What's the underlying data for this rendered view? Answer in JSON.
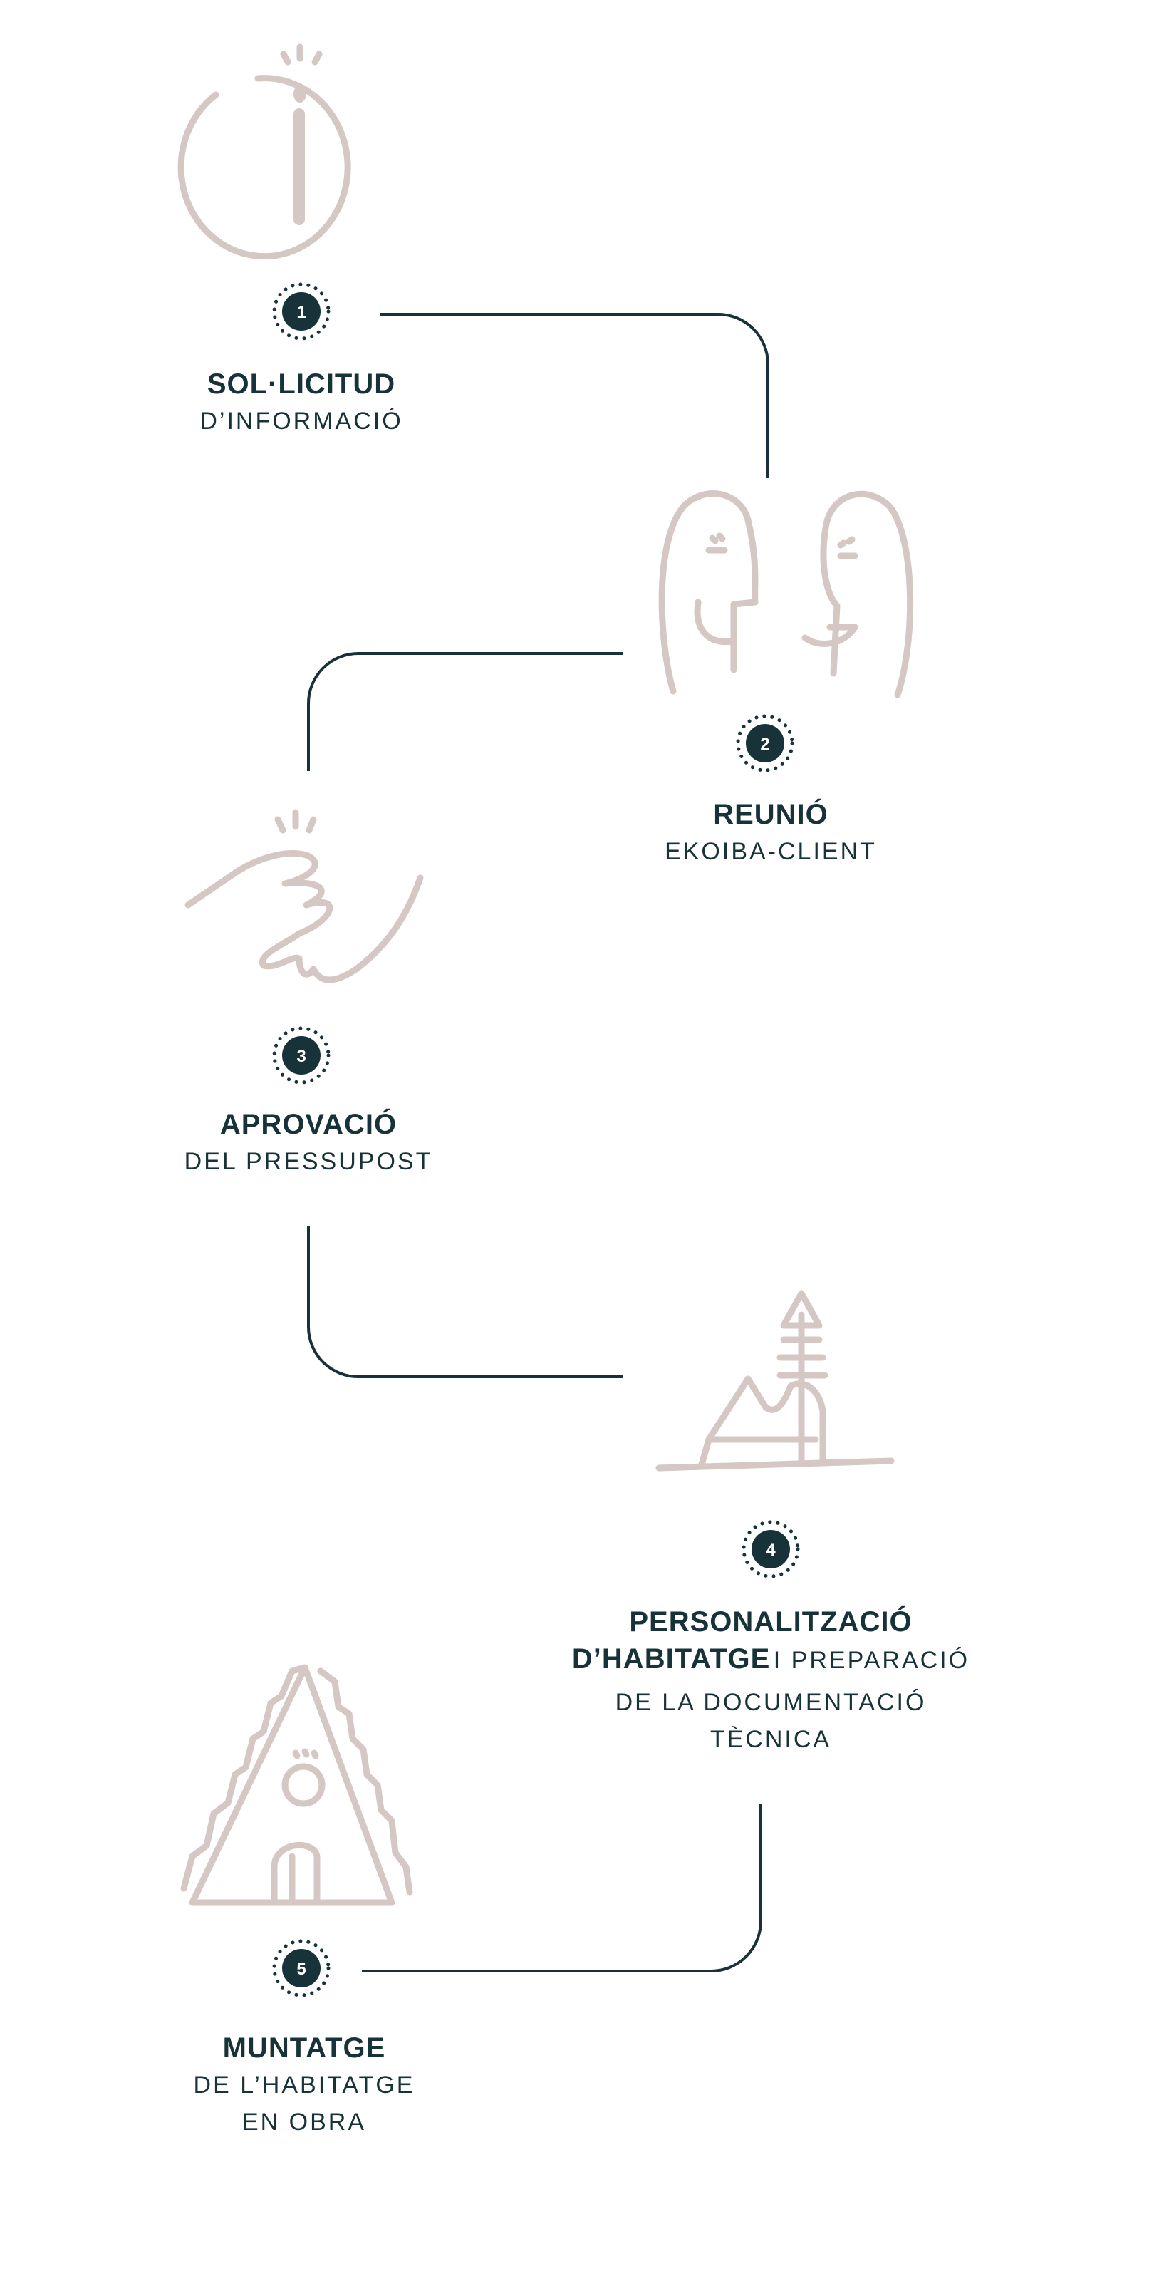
{
  "colors": {
    "dark": "#173238",
    "sketch": "#d5c7c3",
    "background": "#ffffff"
  },
  "steps": [
    {
      "number": "1",
      "icon": "info-icon",
      "title": "SOL·LICITUD",
      "subtitle": [
        "D’INFORMACIÓ"
      ]
    },
    {
      "number": "2",
      "icon": "meeting-faces-icon",
      "title": "REUNIÓ",
      "subtitle": [
        "EKOIBA-CLIENT"
      ]
    },
    {
      "number": "3",
      "icon": "handshake-icon",
      "title": "APROVACIÓ",
      "subtitle": [
        "DEL PRESSUPOST"
      ]
    },
    {
      "number": "4",
      "icon": "mountain-tree-icon",
      "title": "PERSONALITZACIÓ",
      "title_line2": "D’HABITATGE",
      "subtitle_inline": "I PREPARACIÓ",
      "subtitle": [
        "DE LA DOCUMENTACIÓ",
        "TÈCNICA"
      ]
    },
    {
      "number": "5",
      "icon": "a-frame-house-icon",
      "title": "MUNTATGE",
      "subtitle": [
        "DE L’HABITATGE",
        "EN OBRA"
      ]
    }
  ]
}
